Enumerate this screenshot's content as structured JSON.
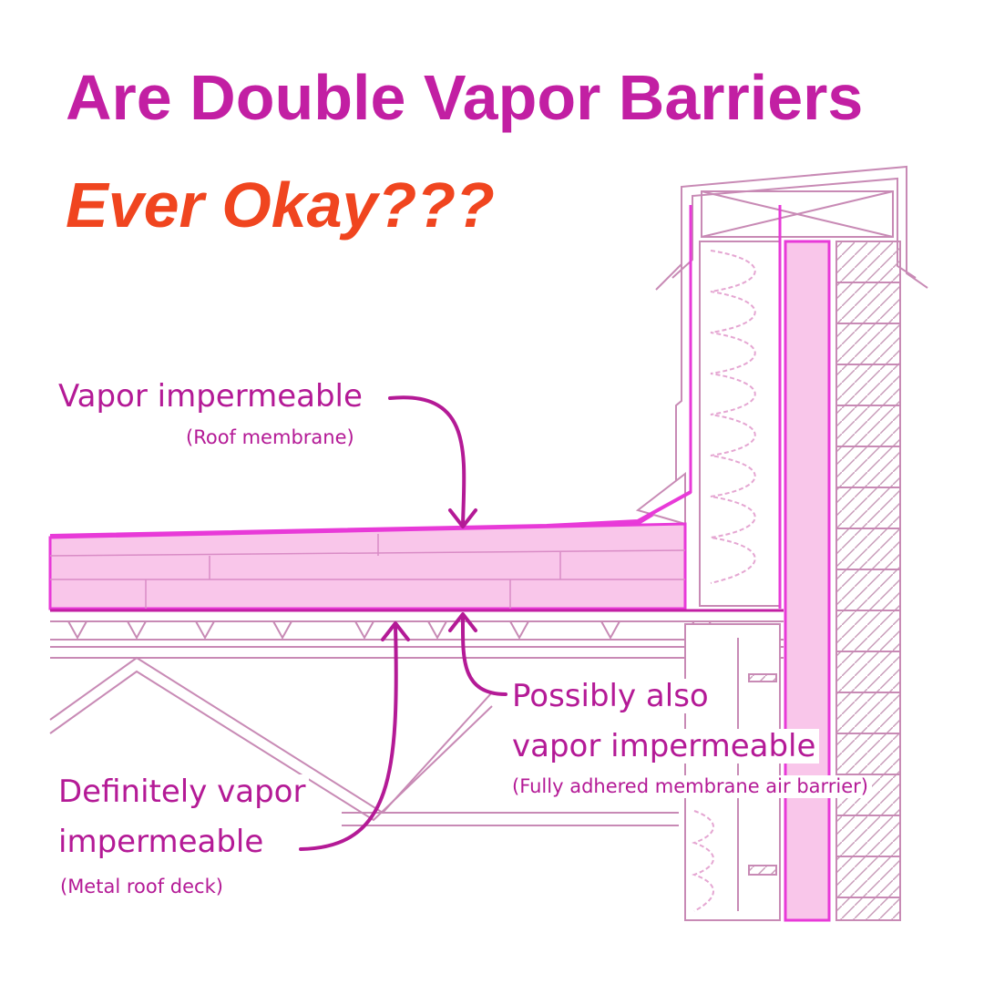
{
  "title": "Are Double Vapor Barriers",
  "subtitle": "Ever Okay???",
  "callouts": {
    "roof_membrane": {
      "label": "Vapor impermeable",
      "note": "(Roof membrane)"
    },
    "air_barrier": {
      "line1": "Possibly also",
      "line2": "vapor impermeable",
      "note": "(Fully adhered membrane air barrier)"
    },
    "metal_deck": {
      "line1": "Definitely vapor",
      "line2": "impermeable",
      "note": "(Metal roof deck)"
    }
  },
  "colors": {
    "title": "#c21fa3",
    "subtitle": "#f0451f",
    "label": "#b41a96",
    "insulation_fill": "#f9c6ea",
    "membrane": "#e83ad8",
    "structure_line": "#c88ab5"
  }
}
